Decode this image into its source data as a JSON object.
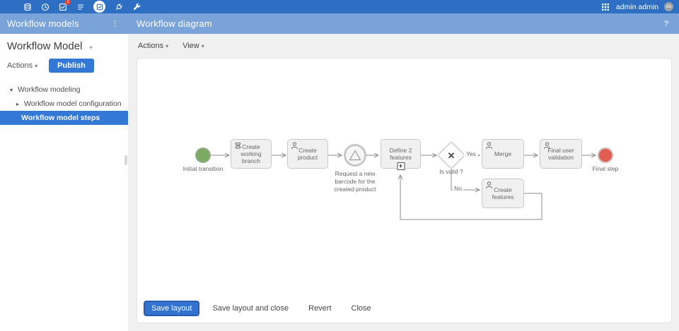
{
  "topbar": {
    "badge_count": "2",
    "user_name": "admin admin",
    "avatar_initials": "aa",
    "left_icons": [
      "database-icon",
      "clock-icon",
      "tasks-icon",
      "list-icon",
      "workflow-active-icon",
      "plug-icon",
      "wrench-icon"
    ],
    "right_icons": [
      "apps-grid-icon"
    ]
  },
  "header": {
    "sidebar_title": "Workflow models",
    "main_title": "Workflow diagram",
    "kebab": "⋮",
    "help": "?"
  },
  "sidebar": {
    "model_title": "Workflow Model",
    "actions_label": "Actions",
    "publish_label": "Publish",
    "tree": [
      {
        "label": "Workflow modeling",
        "state": "expanded"
      },
      {
        "label": "Workflow model configuration",
        "state": "collapsed"
      },
      {
        "label": "Workflow model steps",
        "state": "selected"
      }
    ]
  },
  "toolbar": {
    "actions_label": "Actions",
    "view_label": "View"
  },
  "diagram": {
    "initial_label": "Initial transition",
    "task_create_working_branch": "Create working branch",
    "task_create_product": "Create product",
    "event_barcode_label": "Request a new barcode for the created product",
    "task_define_features": "Define 2 features",
    "gateway_label": "Is valid ?",
    "yes_label": "Yes",
    "no_label": "No",
    "task_merge": "Merge",
    "task_final_user_validation": "Final user validation",
    "final_label": "Final step",
    "task_create_features": "Create features"
  },
  "glyphs": {
    "caret_down": "▾",
    "caret_right": "▸",
    "plus": "+",
    "cross": "✕"
  },
  "footer": {
    "save_layout": "Save layout",
    "save_layout_close": "Save layout and close",
    "revert": "Revert",
    "close": "Close"
  },
  "colors": {
    "topbar": "#2e6fc4",
    "subheader": "#79a3d9",
    "accent": "#3478d6",
    "start_fill": "#7bab63",
    "end_fill": "#e15c51"
  }
}
